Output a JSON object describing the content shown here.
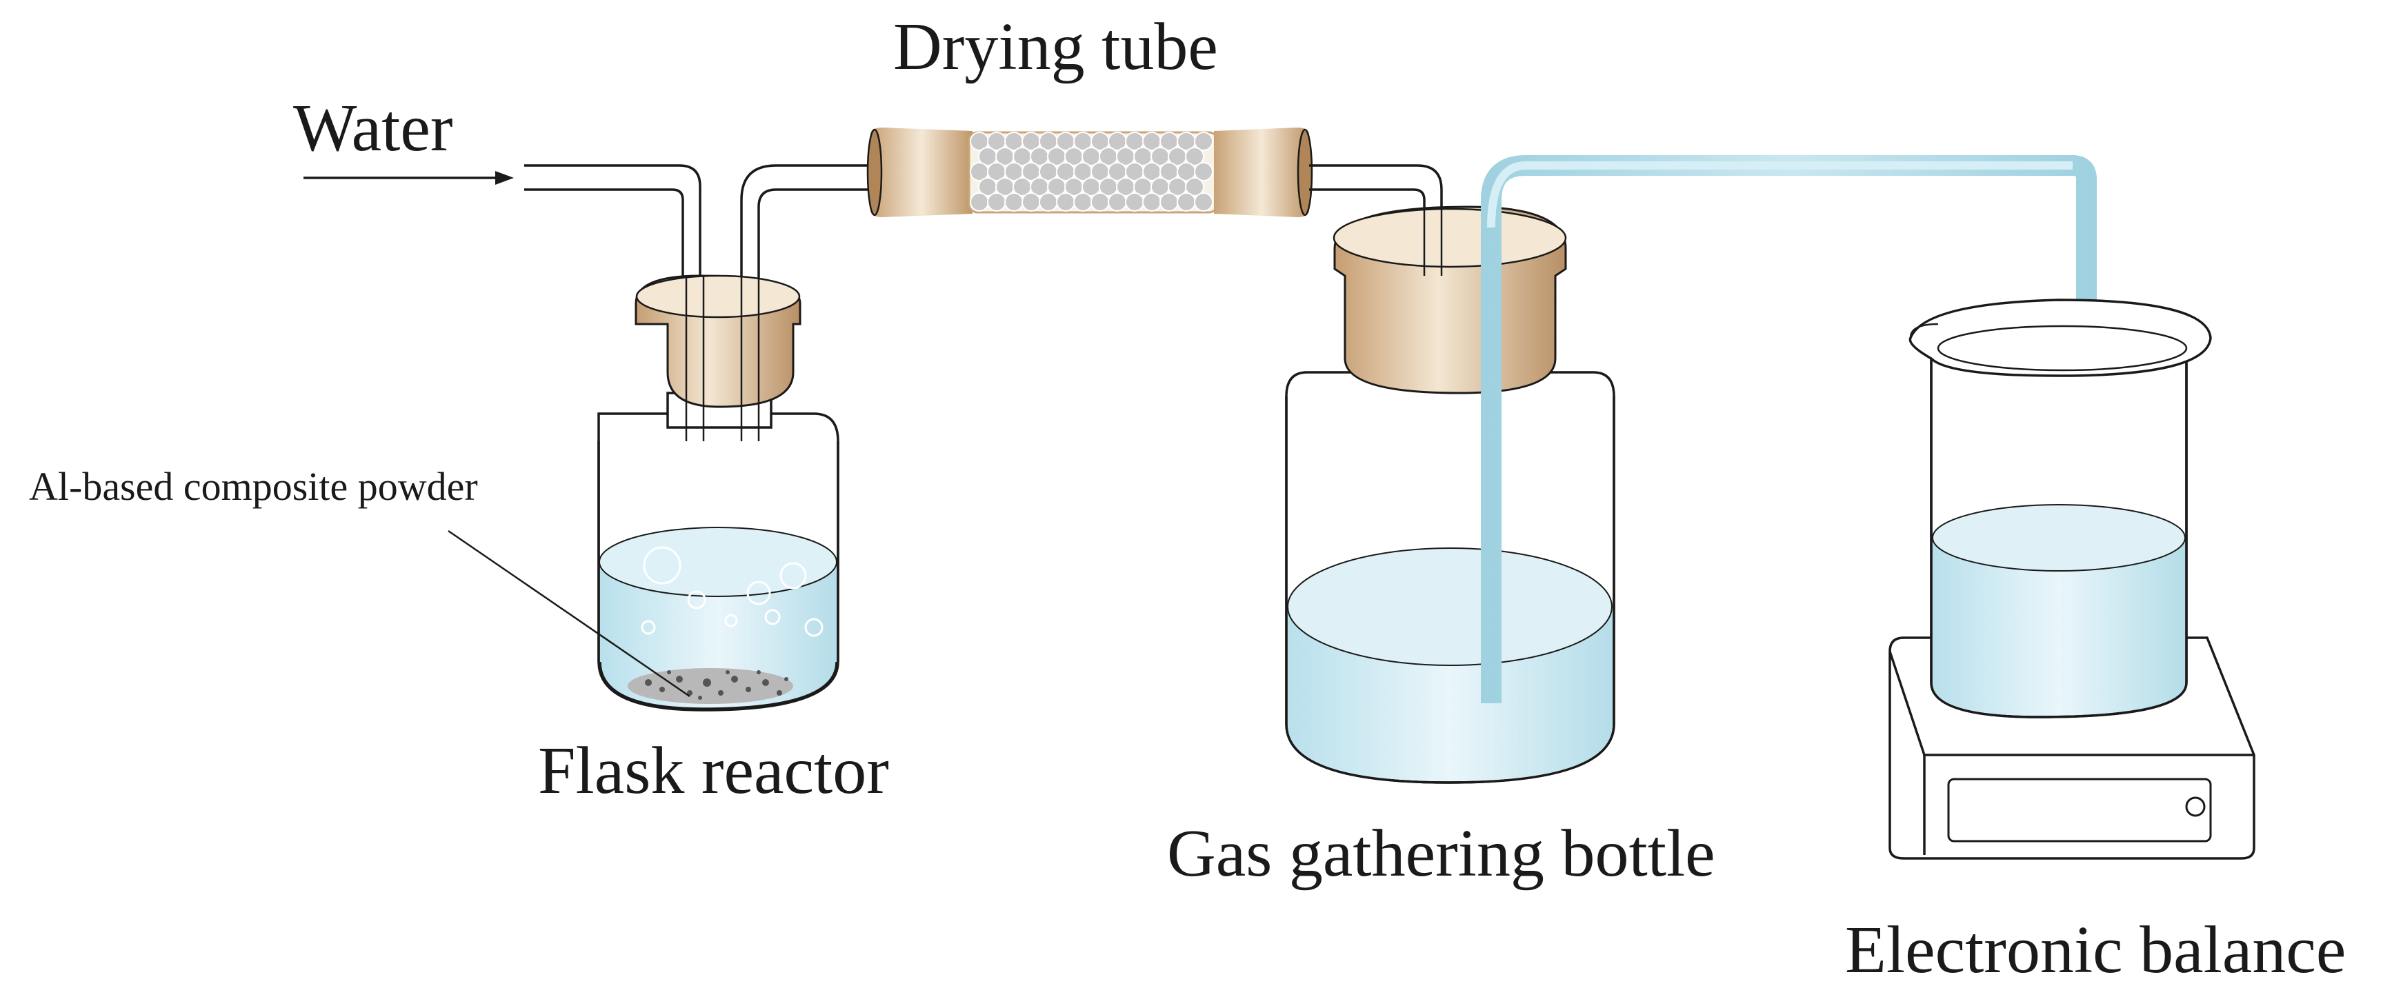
{
  "labels": {
    "water": "Water",
    "drying_tube": "Drying  tube",
    "powder": "Al-based composite powder",
    "flask_reactor": "Flask reactor",
    "gas_bottle": "Gas gathering bottle",
    "balance": "Electronic balance"
  },
  "colors": {
    "water": "#cde9f1",
    "water_edge": "#9fd2e0",
    "tube_blue": "#a9d8e6",
    "stopper": "#c9a47a",
    "stopper_light": "#f2e4cf",
    "beads": "#c8c8c8",
    "outline": "#1a1a1a"
  }
}
